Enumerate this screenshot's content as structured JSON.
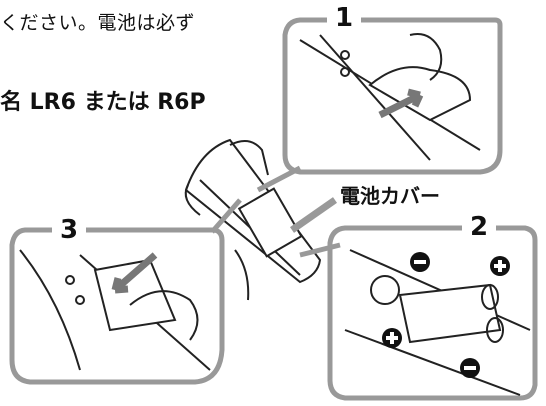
{
  "instructions": {
    "top_line": "ください。電池は必ず",
    "model_line": "名 LR6 または R6P"
  },
  "labels": {
    "battery_cover": "電池カバー"
  },
  "steps": [
    {
      "number": "1"
    },
    {
      "number": "2"
    },
    {
      "number": "3"
    }
  ],
  "icons": [
    "minus-icon",
    "plus-icon",
    "arrow-icon"
  ]
}
